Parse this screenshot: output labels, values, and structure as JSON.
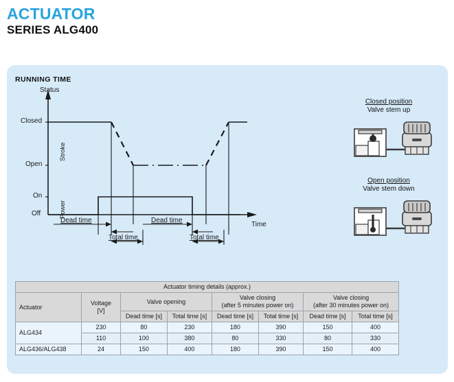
{
  "header": {
    "title": "ACTUATOR",
    "subtitle": "SERIES ALG400",
    "title_color": "#29A3E0"
  },
  "panel": {
    "heading": "RUNNING TIME",
    "background": "#D6EAF8"
  },
  "chart_data": {
    "type": "line",
    "title": "RUNNING TIME",
    "xlabel": "Time",
    "ylabel": "Status",
    "grid": false,
    "legend": "none",
    "y_tick_labels": [
      "Closed",
      "Open",
      "On",
      "Off"
    ],
    "axis_labels": {
      "y_axis": "Status",
      "x_axis": "Time",
      "stroke_band": "Stroke",
      "power_band": "Power"
    },
    "annotations": [
      {
        "label": "Dead time",
        "occurrence": 1
      },
      {
        "label": "Total time",
        "occurrence": 1
      },
      {
        "label": "Dead time",
        "occurrence": 2
      },
      {
        "label": "Total time",
        "occurrence": 2
      }
    ],
    "series": [
      {
        "name": "Stroke",
        "style": "solid-then-dashed",
        "points": [
          {
            "x": 0,
            "y": "Closed"
          },
          {
            "x": 38,
            "y": "Closed"
          },
          {
            "x": 50,
            "y": "Open"
          },
          {
            "x": 82,
            "y": "Open"
          },
          {
            "x": 100,
            "y": "Closed"
          },
          {
            "x": 120,
            "y": "Closed"
          }
        ]
      },
      {
        "name": "Power",
        "style": "solid",
        "points": [
          {
            "x": 0,
            "y": "Off"
          },
          {
            "x": 28,
            "y": "Off"
          },
          {
            "x": 28,
            "y": "On"
          },
          {
            "x": 80,
            "y": "On"
          },
          {
            "x": 80,
            "y": "Off"
          },
          {
            "x": 120,
            "y": "Off"
          }
        ]
      }
    ]
  },
  "illustrations": [
    {
      "title": "Closed position",
      "subtitle": "Valve stem up",
      "icon": "valve-actuator-closed-icon"
    },
    {
      "title": "Open position",
      "subtitle": "Valve stem down",
      "icon": "valve-actuator-open-icon"
    }
  ],
  "table": {
    "caption": "Actuator timing details (approx.)",
    "col_actuator": "Actuator",
    "col_voltage": "Voltage\n[V]",
    "col_voltage_line1": "Voltage",
    "col_voltage_line2": "[V]",
    "groups": [
      {
        "label": "Valve opening",
        "sublabel": ""
      },
      {
        "label": "Valve closing",
        "sublabel": "(after 5 minutes power on)"
      },
      {
        "label": "Valve closing",
        "sublabel": "(after 30 minutes power on)"
      }
    ],
    "subheaders": [
      "Dead time [s]",
      "Total time [s]",
      "Dead time [s]",
      "Total time [s]",
      "Dead time [s]",
      "Total time [s]"
    ],
    "rows": [
      {
        "actuator": "ALG434",
        "rowspan": 2,
        "voltage": "230",
        "values": [
          "80",
          "230",
          "180",
          "390",
          "150",
          "400"
        ]
      },
      {
        "actuator": "",
        "rowspan": 0,
        "voltage": "110",
        "values": [
          "100",
          "380",
          "80",
          "330",
          "80",
          "330"
        ]
      },
      {
        "actuator": "ALG436/ALG438",
        "rowspan": 1,
        "voltage": "24",
        "values": [
          "150",
          "400",
          "180",
          "390",
          "150",
          "400"
        ]
      }
    ]
  }
}
